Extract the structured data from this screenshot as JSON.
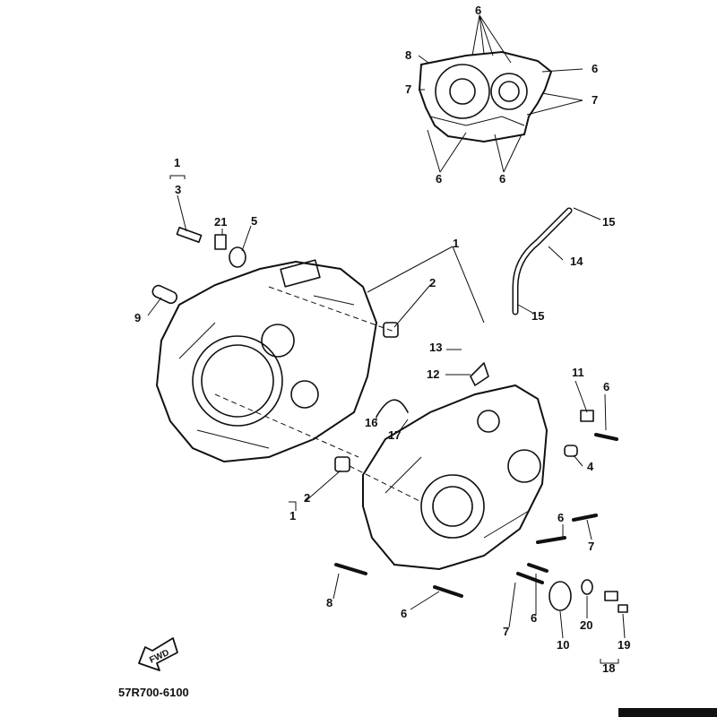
{
  "title": "Crankcase parts diagram",
  "callouts": {
    "c1": "6",
    "c2": "8",
    "c3": "6",
    "c4": "7",
    "c5": "7",
    "c6": "6",
    "c7": "6",
    "c8": "1",
    "c9": "3",
    "c10": "21",
    "c11": "5",
    "c12": "9",
    "c13": "2",
    "c14": "1",
    "c15": "15",
    "c16": "14",
    "c17": "15",
    "c18": "13",
    "c19": "12",
    "c20": "11",
    "c21": "6",
    "c22": "16",
    "c23": "17",
    "c24": "4",
    "c25": "2",
    "c26": "1",
    "c27": "6",
    "c28": "7",
    "c29": "8",
    "c30": "6",
    "c31": "7",
    "c32": "6",
    "c33": "20",
    "c34": "10",
    "c35": "19",
    "c36": "18"
  },
  "fwd_label": "FWD",
  "diagram_code": "57R700-6100"
}
